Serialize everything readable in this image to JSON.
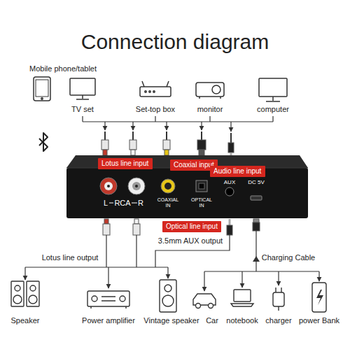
{
  "diagram": {
    "title": "Connection diagram",
    "nodes": [
      {
        "text": [
          "Lotus line input"
        ]
      },
      {
        "text": [
          "Coaxial input"
        ]
      },
      {
        "text": [
          "Audio line input"
        ]
      },
      {
        "text": [
          "L",
          "RCA",
          "R",
          "COAXIAL IN",
          "OPTICAL IN",
          "AUX",
          "DC 5V"
        ]
      },
      {
        "text": [
          "Optical line input"
        ]
      }
    ],
    "labels": [
      "Mobile phone/tablet",
      "TV set",
      "Set-top box",
      "monitor",
      "computer",
      "3.5mm AUX output",
      "Lotus line output",
      "Charging Cable",
      "Speaker",
      "Power amplifier",
      "Vintage speaker",
      "Car",
      "notebook",
      "charger",
      "power Bank"
    ]
  }
}
